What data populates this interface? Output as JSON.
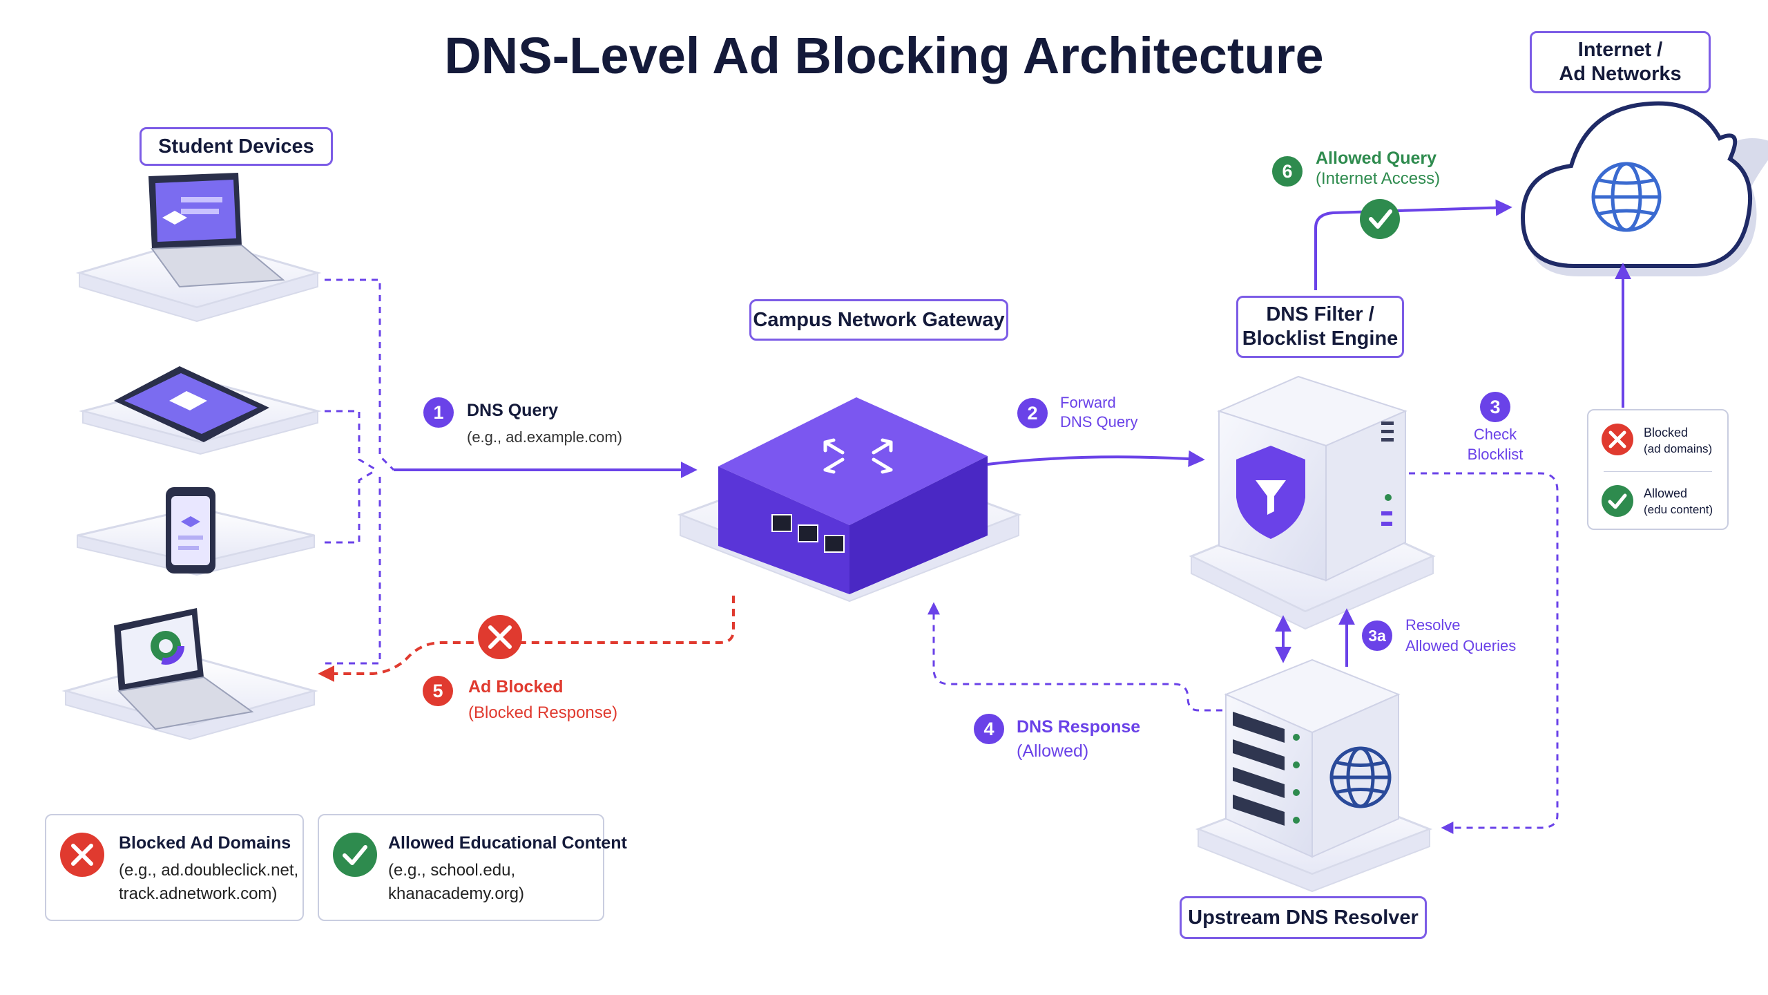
{
  "title": "DNS-Level Ad Blocking Architecture",
  "nodes": {
    "student_devices": "Student Devices",
    "gateway": "Campus Network Gateway",
    "dns_filter_line1": "DNS Filter /",
    "dns_filter_line2": "Blocklist Engine",
    "upstream": "Upstream DNS Resolver",
    "internet_line1": "Internet /",
    "internet_line2": "Ad Networks"
  },
  "steps": [
    {
      "num": "1",
      "title": "DNS Query",
      "sub": "(e.g., ad.example.com)"
    },
    {
      "num": "2",
      "title": "Forward",
      "sub": "DNS Query"
    },
    {
      "num": "3",
      "title": "Check",
      "sub": "Blocklist"
    },
    {
      "num": "3a",
      "title": "Resolve",
      "sub": "Allowed Queries"
    },
    {
      "num": "4",
      "title": "DNS Response",
      "sub": "(Allowed)"
    },
    {
      "num": "5",
      "title": "Ad Blocked",
      "sub": "(Blocked Response)"
    },
    {
      "num": "6",
      "title": "Allowed Query",
      "sub": "(Internet Access)"
    }
  ],
  "mini_legend": {
    "blocked_title": "Blocked",
    "blocked_sub": "(ad domains)",
    "allowed_title": "Allowed",
    "allowed_sub": "(edu content)"
  },
  "legend": {
    "blocked_title": "Blocked Ad Domains",
    "blocked_line1": "(e.g., ad.doubleclick.net,",
    "blocked_line2": "track.adnetwork.com)",
    "allowed_title": "Allowed Educational Content",
    "allowed_line1": "(e.g., school.edu,",
    "allowed_line2": "khanacademy.org)"
  },
  "colors": {
    "accent": "#6a42e8",
    "blocked": "#e03a2f",
    "allowed": "#2e8b4e",
    "title": "#141a3a"
  }
}
